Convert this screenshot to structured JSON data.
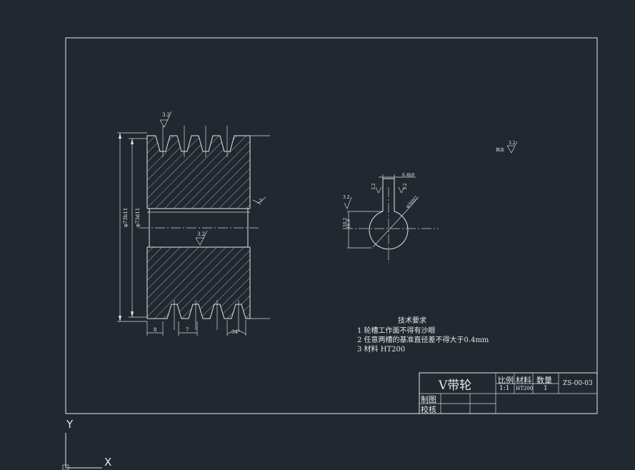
{
  "drawing": {
    "tech_title": "技术要求",
    "tech_notes": [
      "1 轮槽工作面不得有沙眼",
      "2 任意两槽的基准直径差不得大于0.4mm",
      "3 材料  HT200"
    ],
    "part_name": "V带轮",
    "drawing_no": "ZS-00-03",
    "col_scale": "比例",
    "col_material": "材料",
    "col_qty": "数量",
    "val_scale": "1:1",
    "val_material": "HT200",
    "val_qty": "1",
    "row_drawn": "制图",
    "row_checked": "校核",
    "remaining": "其余",
    "rough": "3.2",
    "dim_outer": "φ73h11",
    "dim_bottom": "φ73d11",
    "dim_8": "8",
    "dim_7": "7",
    "dim_34": "34°",
    "dim_key_width": "6.4h9",
    "dim_bore": "φ30H7",
    "dim_hub": "10.2",
    "dim_side_a": "16.0",
    "dim_side_b": "3.2"
  },
  "ucs": {
    "y_label": "Y",
    "x_label": "X"
  }
}
